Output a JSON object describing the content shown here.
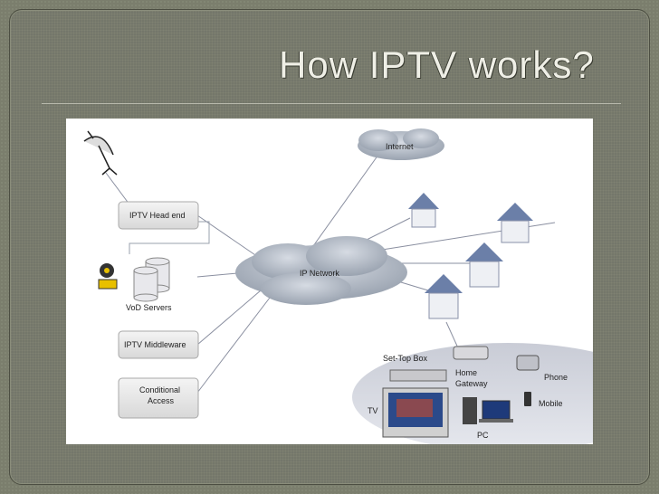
{
  "slide": {
    "title": "How IPTV works?"
  },
  "diagram": {
    "internet": "Internet",
    "ip_network": "IP Network",
    "head_end": "IPTV Head end",
    "vod_servers": "VoD Servers",
    "middleware": "IPTV Middleware",
    "conditional_access_line1": "Conditional",
    "conditional_access_line2": "Access",
    "set_top_box": "Set-Top Box",
    "home_gateway_line1": "Home",
    "home_gateway_line2": "Gateway",
    "phone": "Phone",
    "mobile": "Mobile",
    "tv": "TV",
    "pc": "PC"
  }
}
